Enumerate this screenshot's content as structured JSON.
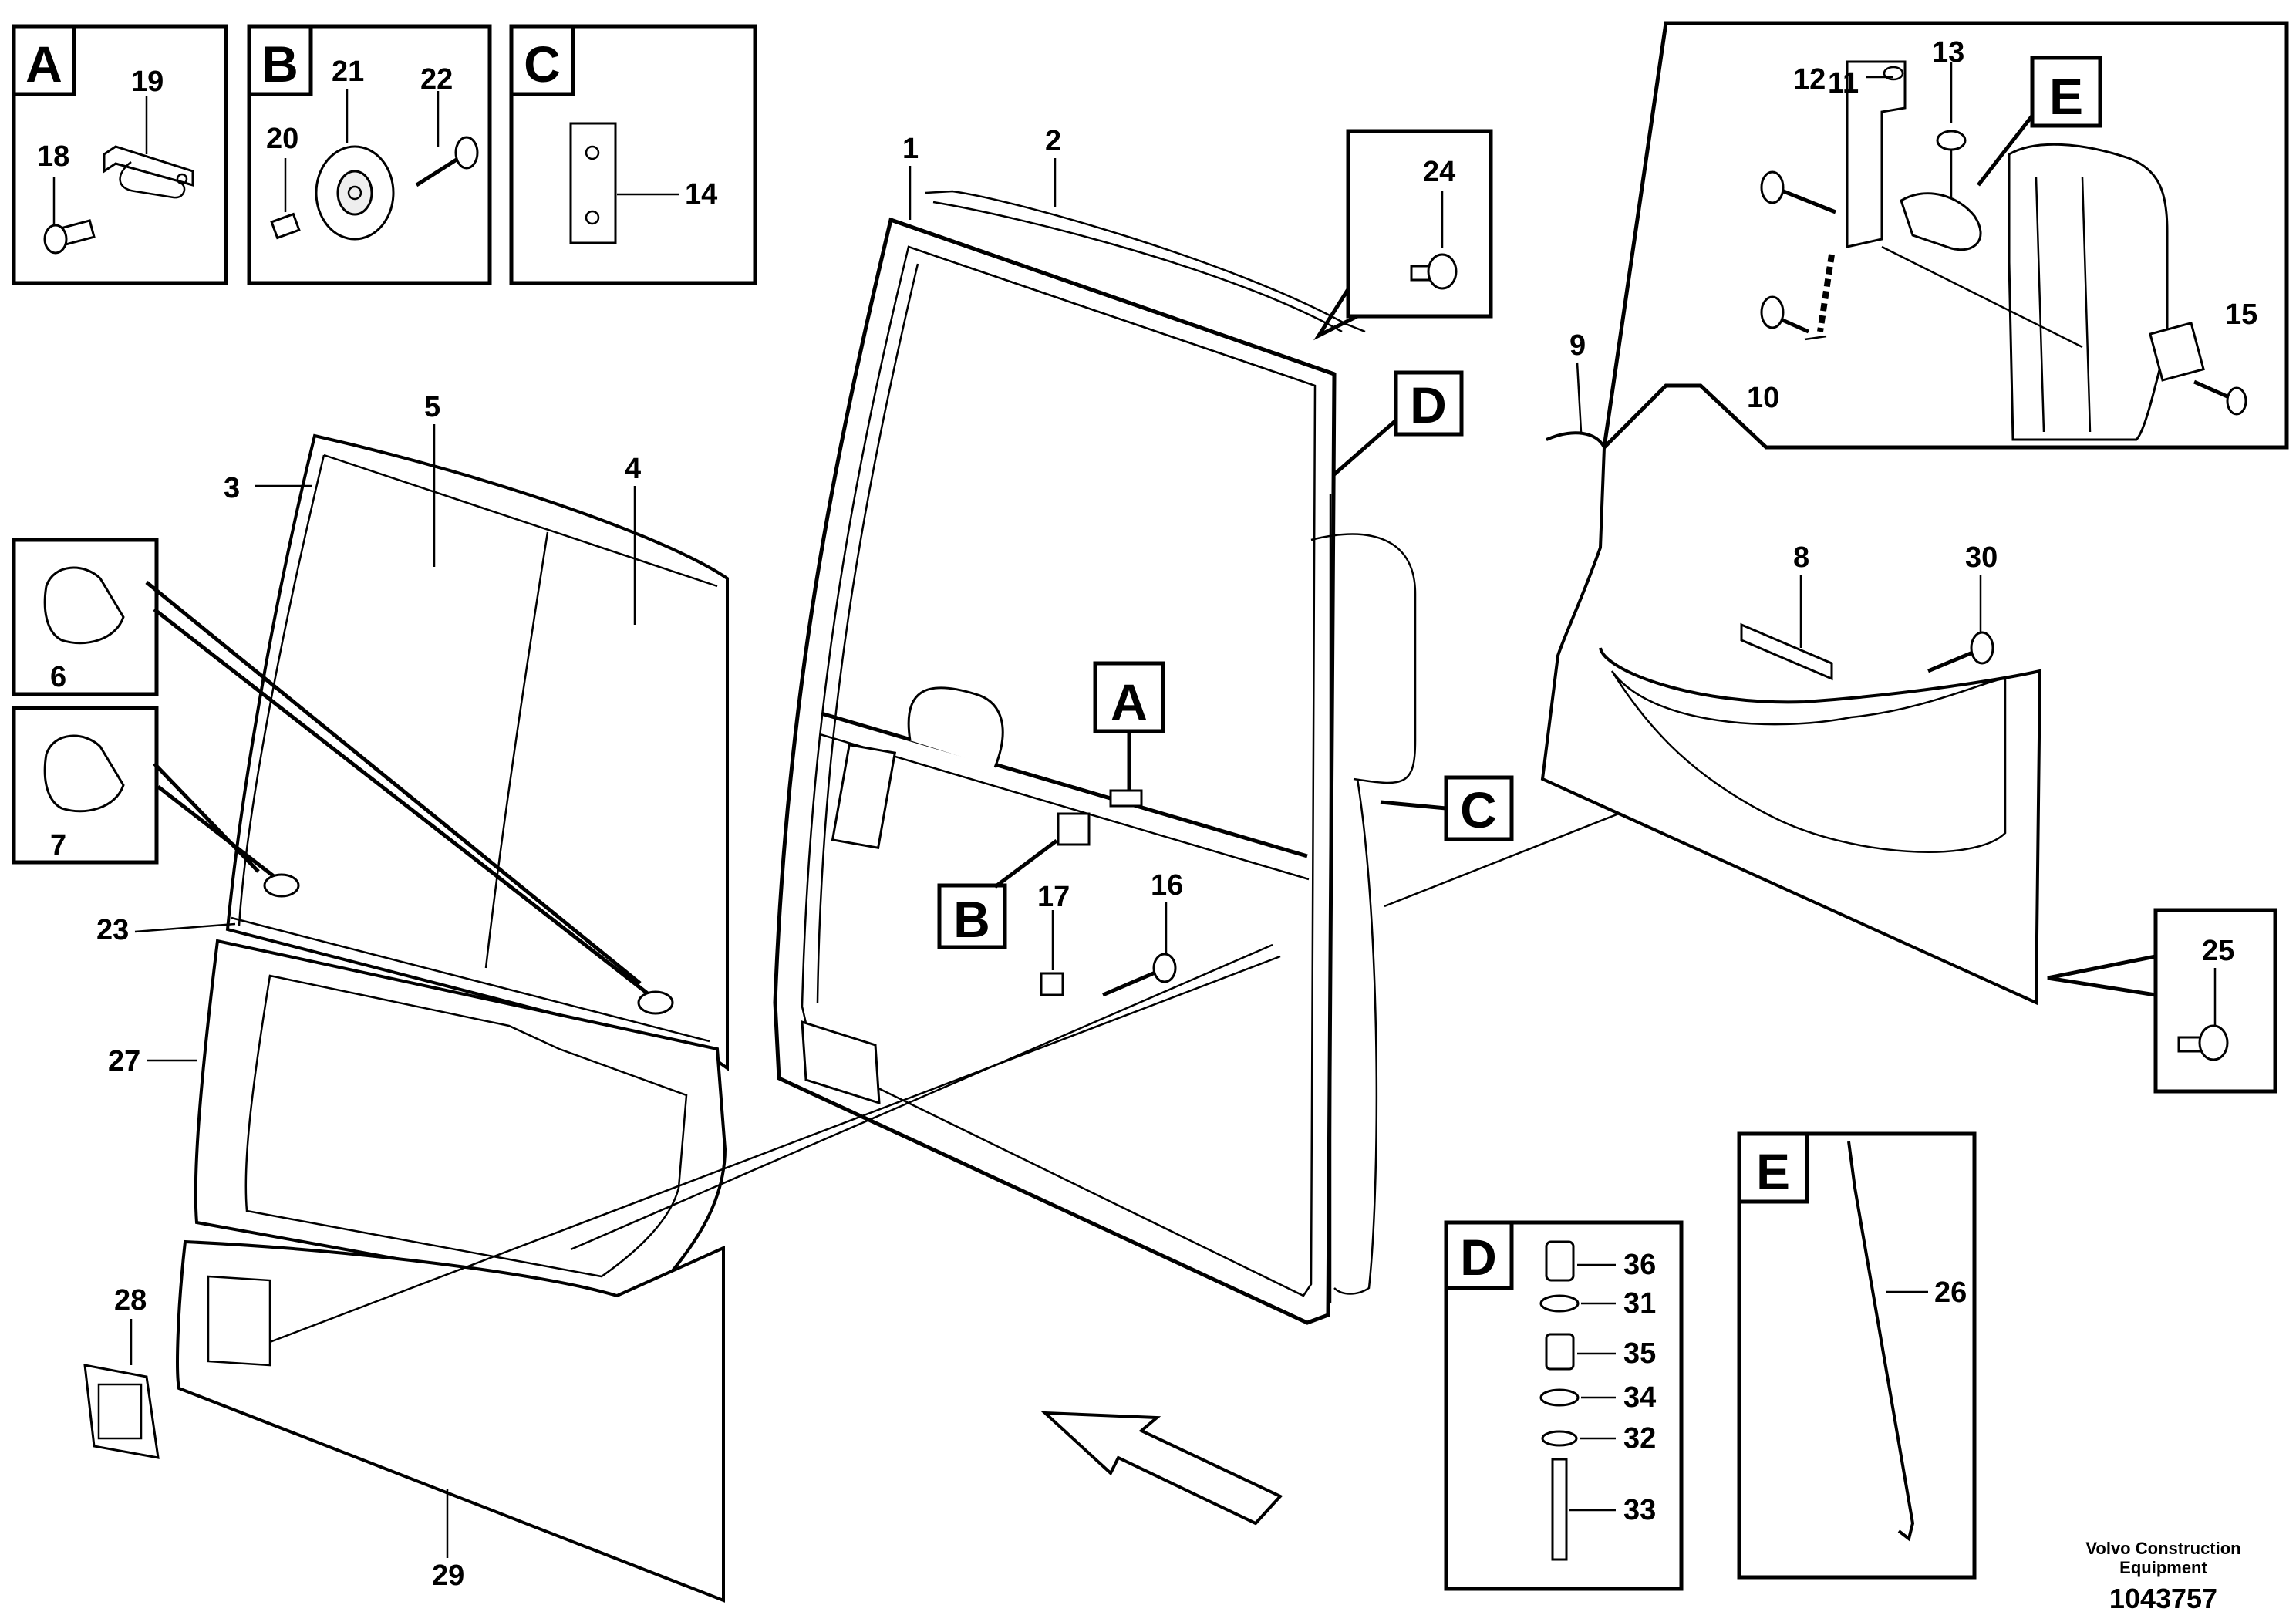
{
  "view_letters": {
    "a": "A",
    "b": "B",
    "c": "C",
    "d": "D",
    "e": "E"
  },
  "part_numbers": {
    "p1": "1",
    "p2": "2",
    "p3": "3",
    "p4": "4",
    "p5": "5",
    "p6": "6",
    "p7": "7",
    "p8": "8",
    "p9": "9",
    "p10": "10",
    "p11": "11",
    "p12": "12",
    "p13": "13",
    "p14": "14",
    "p15": "15",
    "p16": "16",
    "p17": "17",
    "p18": "18",
    "p19": "19",
    "p20": "20",
    "p21": "21",
    "p22": "22",
    "p23": "23",
    "p24": "24",
    "p25": "25",
    "p26": "26",
    "p27": "27",
    "p28": "28",
    "p29": "29",
    "p30": "30",
    "p31": "31",
    "p32": "32",
    "p33": "33",
    "p34": "34",
    "p35": "35",
    "p36": "36"
  },
  "footer": {
    "company_line1": "Volvo Construction",
    "company_line2": "Equipment",
    "drawing_number": "1043757"
  }
}
